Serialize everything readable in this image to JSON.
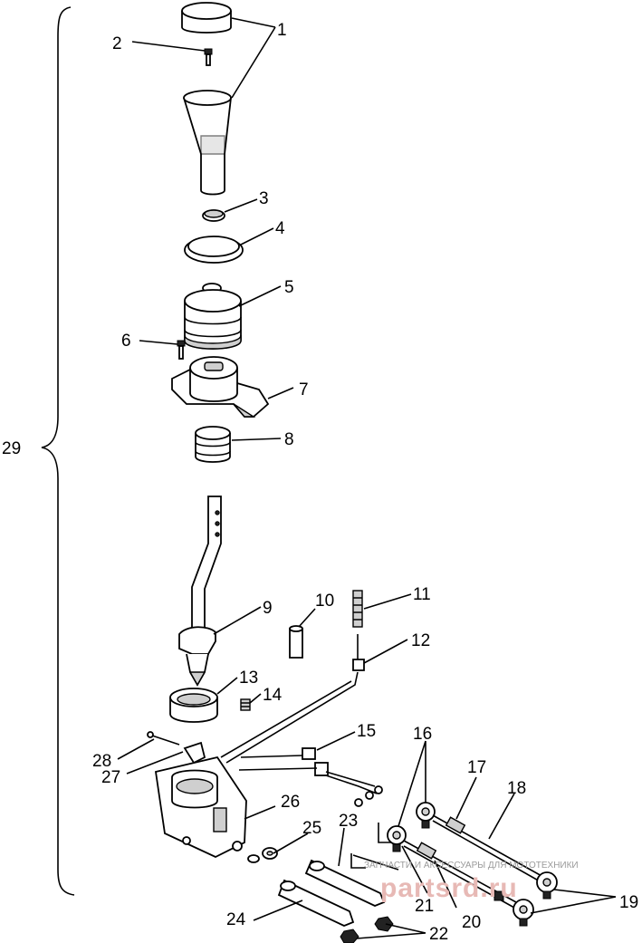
{
  "callouts": [
    "1",
    "2",
    "3",
    "4",
    "5",
    "6",
    "7",
    "8",
    "9",
    "10",
    "11",
    "12",
    "13",
    "14",
    "15",
    "16",
    "17",
    "18",
    "19",
    "20",
    "21",
    "22",
    "23",
    "24",
    "25",
    "26",
    "27",
    "28",
    "29"
  ],
  "watermark": {
    "caption": "ЗАПЧАСТИ И АКСЕССУАРЫ ДЛЯ МОТОТЕХНИКИ",
    "brand": "partsrd.ru"
  }
}
